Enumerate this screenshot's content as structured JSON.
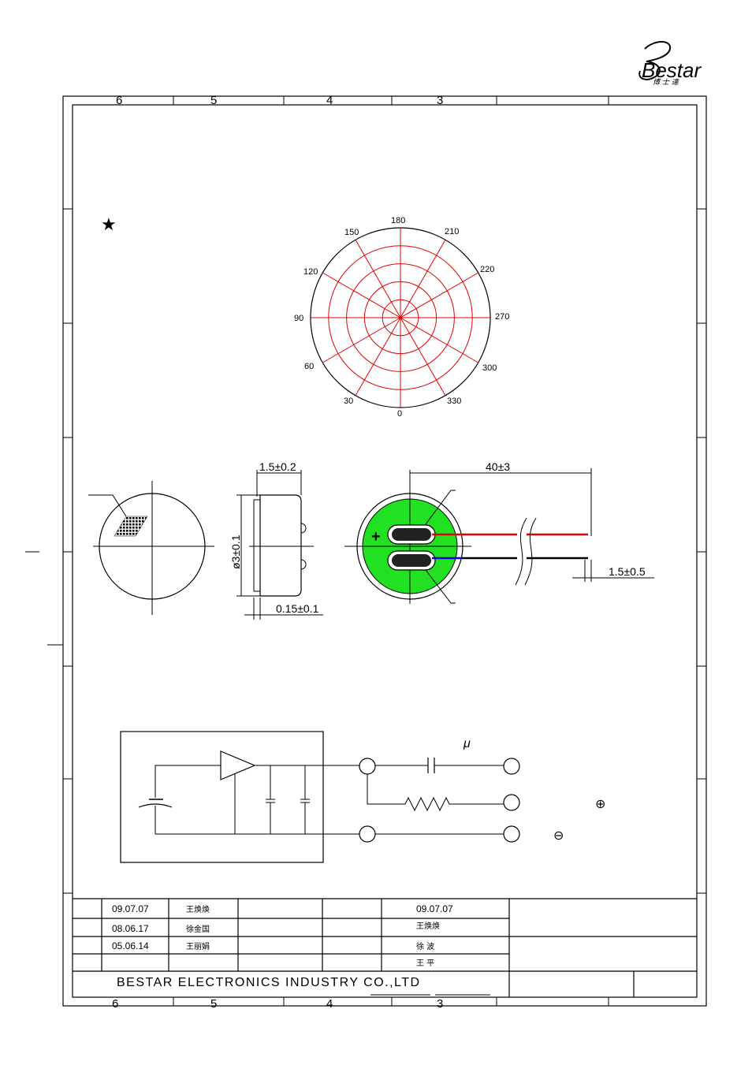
{
  "logo": {
    "brand": "Bestar",
    "subtitle": "博 士 達"
  },
  "grid": {
    "top_labels": [
      "6",
      "5",
      "4",
      "3"
    ],
    "bottom_labels": [
      "6",
      "5",
      "4",
      "3"
    ]
  },
  "star": "★",
  "polar": {
    "angles": [
      "180",
      "210",
      "220",
      "270",
      "300",
      "330",
      "0",
      "30",
      "60",
      "90",
      "120",
      "150"
    ]
  },
  "dimensions": {
    "thickness": "1.5±0.2",
    "diameter": "ø3±0.1",
    "gap": "0.15±0.1",
    "wire_length": "40±3",
    "wire_end": "1.5±0.5"
  },
  "terminal_plus": "+",
  "circuit": {
    "cap_unit": "μ",
    "positive_symbol": "⊕",
    "negative_symbol": "⊖"
  },
  "title_block": {
    "rows": [
      {
        "date": "09.07.07",
        "name": "王焕焕"
      },
      {
        "date": "08.06.17",
        "name": "徐金国"
      },
      {
        "date": "05.06.14",
        "name": "王丽娟"
      }
    ],
    "approvals": [
      {
        "date": "09.07.07",
        "name": "王焕焕"
      },
      {
        "name": "徐 波"
      },
      {
        "name": "王 平"
      }
    ],
    "company": "BESTAR ELECTRONICS INDUSTRY CO.,LTD"
  }
}
